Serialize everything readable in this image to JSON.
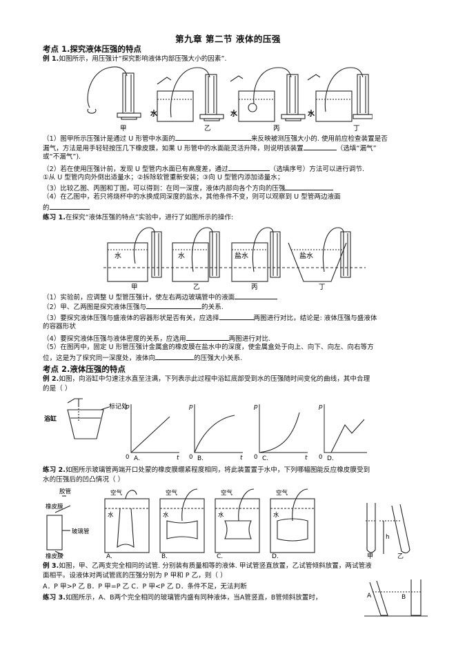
{
  "title": "第九章    第二节   液体的压强",
  "s1": {
    "heading": "考点 1.探究液体压强的特点",
    "ex1_label": "例 1.",
    "ex1_intro": "如图所示，用压强计“探究影响液体内部压强大小的因素”.",
    "fig1_labels": [
      "甲",
      "乙",
      "丙",
      "丁"
    ],
    "fig1_water": "水",
    "q1a": "（1）图甲所示压强计是通过 U 形管中水面的",
    "q1b": "来反映被测压强大小的. 使用前应检查装置是否",
    "q1c": "漏气，方法是用手轻轻按压几下橡皮膜，如果 U 形管中的水面能灵活升降，则说明该装置",
    "q1d": "（选填“漏气”",
    "q1e": "或“不漏气”).",
    "q2a": "（2）若在使用压强计前，发现 U 型管内水面已有高度差，通过",
    "q2b": "（选填序号）方法可以进行调节.",
    "q2c": "①从 U 型管内向外倒出适量水；②拆除软管重新安装；③向 U 型管内添加适量水；",
    "q3": "（3）比较乙图、丙图和丁图，可以得到：在同一深度，液体内部向各个方向的压强",
    "q4a": "（4）在乙图中，若只将烧杯中的水换成同深度的盐水，其他条件不变，则可以观察到 U 型管两边液面",
    "q4b": "的",
    "pr1_label": "练习 1.",
    "pr1_intro": "在探究“液体压强的特点”实验中，进行了如图所示的操作:",
    "fig2_labels": [
      "甲",
      "乙",
      "丙",
      "丁"
    ],
    "fig2_liquids": [
      "水",
      "水",
      "盐水",
      "盐水"
    ],
    "p1": "（1）实验前，应调整 U 型管压强计，使左右两边玻璃管中的液面",
    "p2a": "（2）甲、乙两图是探究液体压强与",
    "p2b": "的关系.",
    "p3a": "（3）要探究液体压强与盛液体的容器形状是否有关，应选择",
    "p3b": "两图进行对比，结论是: 液体压强与盛液体",
    "p3c": "的容器形状",
    "p4a": "（4）要探究液体压强与液体密度的关系，应选用",
    "p4b": "两图进行对比.",
    "p5a": "（5）在图丙中，固定 U 形管压强计金属盒的橡皮膜在盐水中的深度，使金属盒处于向上、向下、向左、向右等方",
    "p5b": "位，这是为了探究同一深度处，液体向",
    "p5c": "的压强大小关系."
  },
  "s2": {
    "heading": "考点 2.液体压强的特点",
    "ex2_label": "例 2.",
    "ex2a": "如图，向浴缸中匀速注水直至注满，下列表示此过程中浴缸底部受到水的压强随时间变化的曲线，其中合理",
    "ex2b": "的是（       ）",
    "tub_label": "浴缸",
    "mark_label": "标记处",
    "axis_p": "p",
    "axis_t": "t",
    "origin": "0",
    "graph_labels": [
      "A.",
      "B.",
      "C.",
      "D."
    ],
    "pr2_label": "练习 2.",
    "pr2a": "如图所示玻璃管两端开口处蒙的橡皮膜绷紧程度相同，将此装置置于水中，下列哪幅图能反应橡皮膜受到",
    "pr2b": "水的压强后的凹凸情况（       ）",
    "tube_labels": [
      "胶管",
      "橡皮膜",
      "玻璃管",
      "橡皮膜"
    ],
    "air": "空气",
    "water": "水",
    "opt_labels": [
      "A.",
      "B.",
      "C.",
      "D."
    ],
    "h_label": "h",
    "jia": "甲",
    "yi": "乙",
    "ex3_label": "例 3.",
    "ex3a": "如图，甲、乙两支完全相同的试管. 分别装有质量相等的液体. 甲试管竖直放置，乙试管倾斜放置，两试管液",
    "ex3b": "面相平。设液体对两试管底的压强分别为 P 甲和 P 乙，则（      ）",
    "ex3c": "A．P 甲>P 乙     B．P 甲=P 乙     C．P 甲<P 乙     D．条件不足，无法判断",
    "pr3_label": "练习 3.",
    "pr3a": "如图所示，A、B两个完全相同的玻璃管内盛有同种液体，当A管竖直，B管倾斜放置时，",
    "ab_labels": [
      "A",
      "B"
    ]
  }
}
